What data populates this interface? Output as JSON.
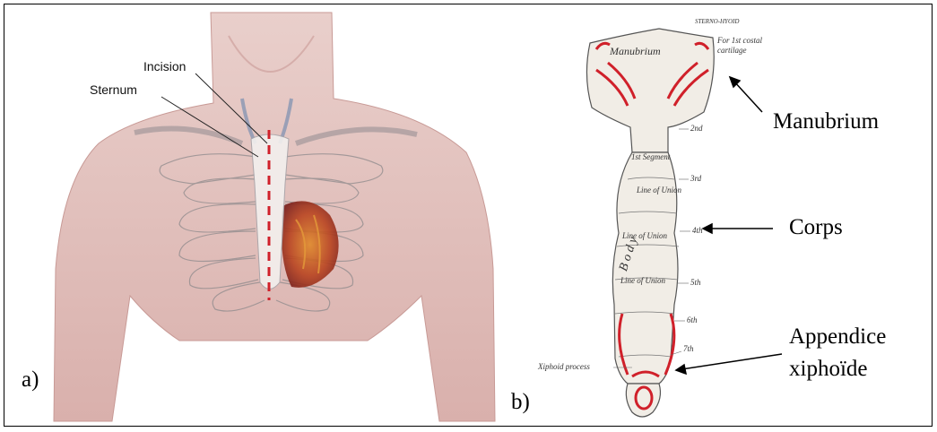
{
  "panel_a": {
    "label": "a)",
    "callouts": {
      "incision": "Incision",
      "sternum": "Sternum"
    }
  },
  "panel_b": {
    "label": "b)",
    "engraving": {
      "manubrium_word": "Manubrium",
      "body_word": "B o d y",
      "sternohyoid": "STERNO-HYOID",
      "for_first_costal": "For 1st costal cartilage",
      "first_segment": "1st Segment",
      "line_of_union": "Line of Union",
      "xiphoid_process": "Xiphoid process",
      "rib_numbers": [
        "2nd",
        "3rd",
        "4th",
        "5th",
        "6th",
        "7th"
      ]
    },
    "annotations": {
      "manubrium": "Manubrium",
      "corps": "Corps",
      "appendice_line1": "Appendice",
      "appendice_line2": "xiphoïde"
    }
  },
  "colors": {
    "skin": "#e4c4c0",
    "bone": "#f1ede6",
    "highlight_red": "#d0202a",
    "heart": "#b8431f"
  }
}
